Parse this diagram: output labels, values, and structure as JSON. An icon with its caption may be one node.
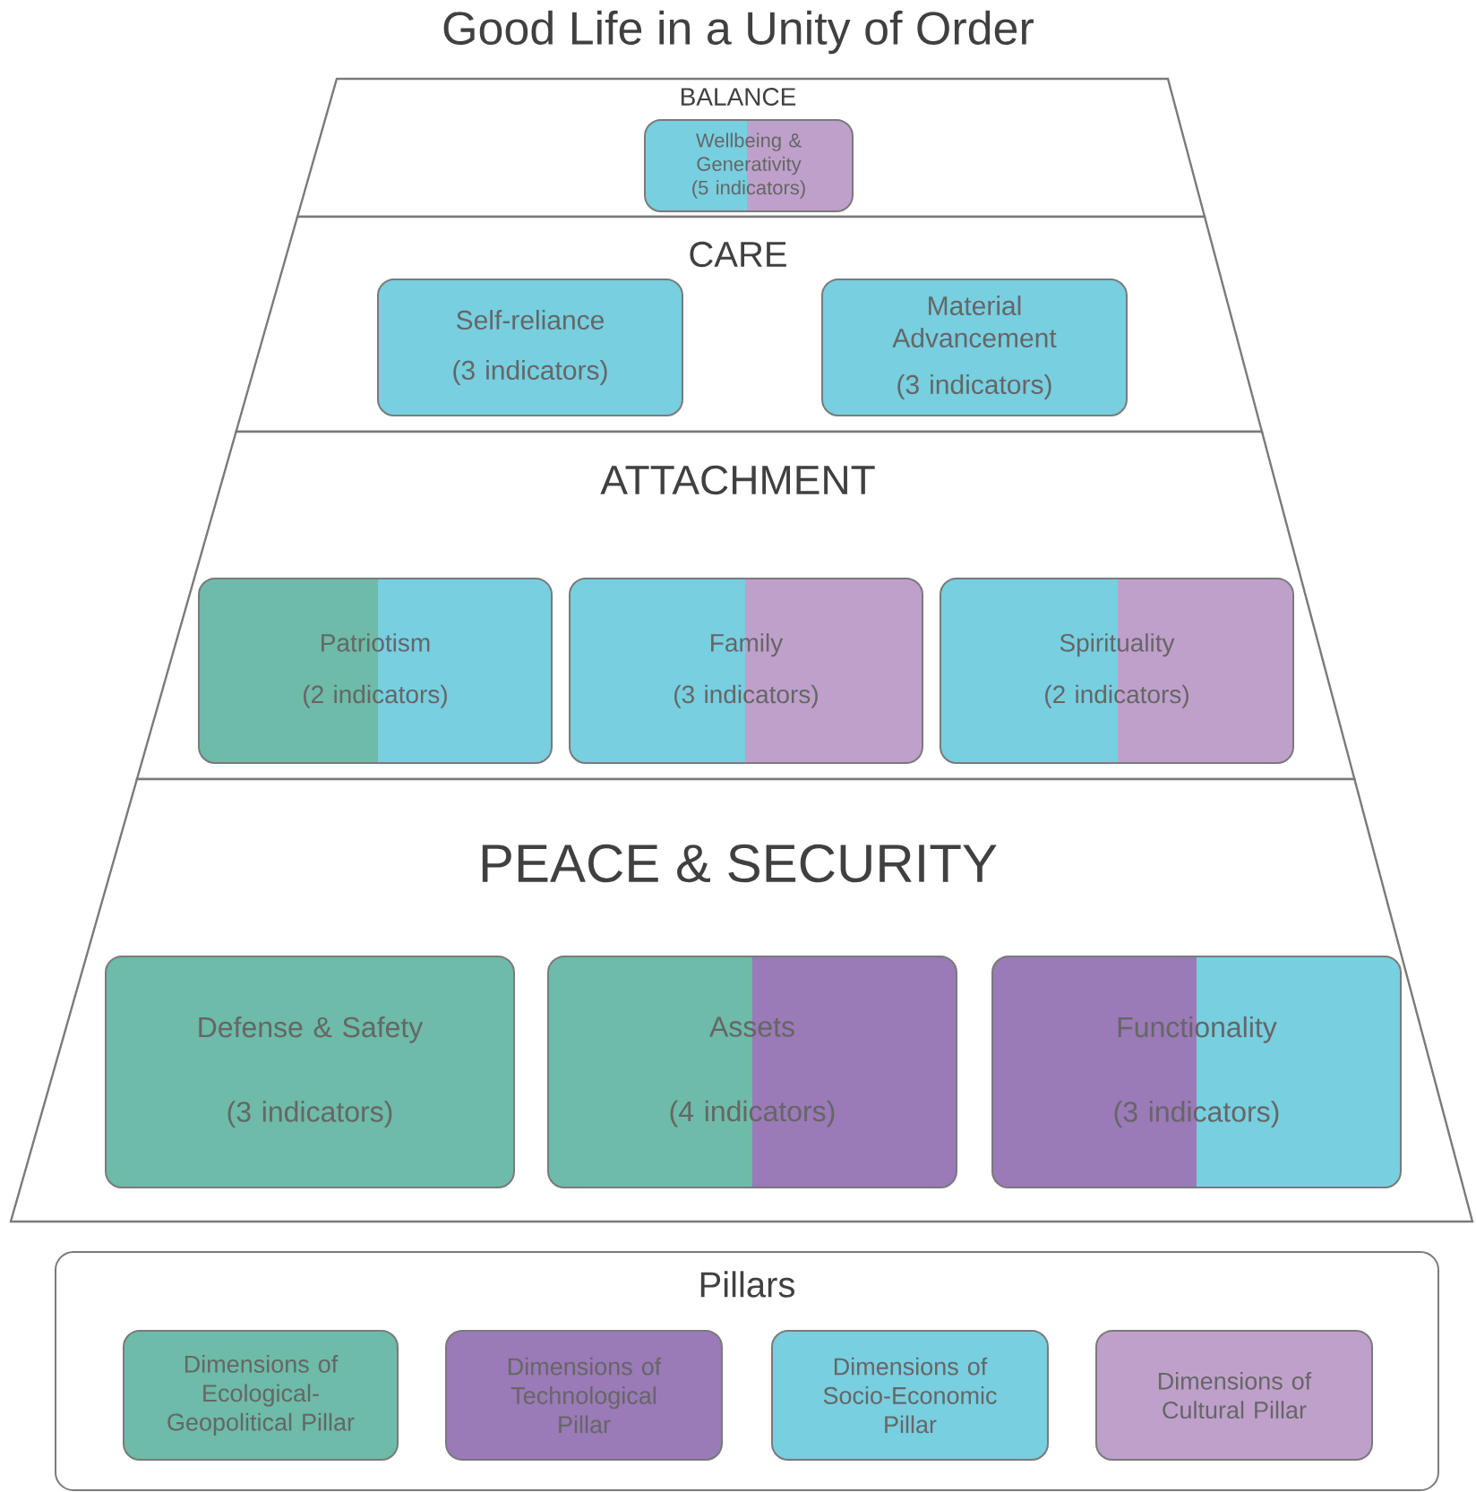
{
  "diagram": {
    "title": "Good Life in a Unity of Order",
    "nodes": [
      {
        "text": [
          "BALANCE"
        ]
      },
      {
        "text": [
          "Wellbeing & Generativity",
          "(5 indicators)"
        ],
        "in": 0
      },
      {
        "text": [
          "CARE"
        ]
      },
      {
        "text": [
          "Self-reliance",
          "(3 indicators)"
        ],
        "in": 2
      },
      {
        "text": [
          "Material Advancement",
          "(3 indicators)"
        ],
        "in": 2
      },
      {
        "text": [
          "ATTACHMENT"
        ]
      },
      {
        "text": [
          "Patriotism",
          "(2 indicators)"
        ],
        "in": 5
      },
      {
        "text": [
          "Family",
          "(3 indicators)"
        ],
        "in": 5
      },
      {
        "text": [
          "Spirituality",
          "(2 indicators)"
        ],
        "in": 5
      },
      {
        "text": [
          "PEACE & SECURITY"
        ]
      },
      {
        "text": [
          "Defense & Safety",
          "(3 indicators)"
        ],
        "in": 9
      },
      {
        "text": [
          "Assets",
          "(4 indicators)"
        ],
        "in": 9
      },
      {
        "text": [
          "Functionality",
          "(3 indicators)"
        ],
        "in": 9
      },
      {
        "text": [
          "Pillars"
        ]
      },
      {
        "text": [
          "Dimensions of Ecological-Geopolitical Pillar"
        ],
        "in": 13
      },
      {
        "text": [
          "Dimensions of Technological Pillar"
        ],
        "in": 13
      },
      {
        "text": [
          "Dimensions of Socio-Economic Pillar"
        ],
        "in": 13
      },
      {
        "text": [
          "Dimensions of Cultural Pillar"
        ],
        "in": 13
      }
    ]
  }
}
